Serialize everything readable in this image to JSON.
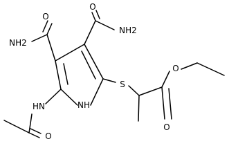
{
  "labels": {
    "amide_left": "NH2",
    "amide_left_o": "O",
    "amide_right": "NH2",
    "amide_right_o": "O",
    "ring_nh": "NH",
    "acetamido_nh": "HN",
    "acetyl_o": "O",
    "thioether_s": "S",
    "ester_o": "O",
    "carbonyl_o": "O"
  }
}
